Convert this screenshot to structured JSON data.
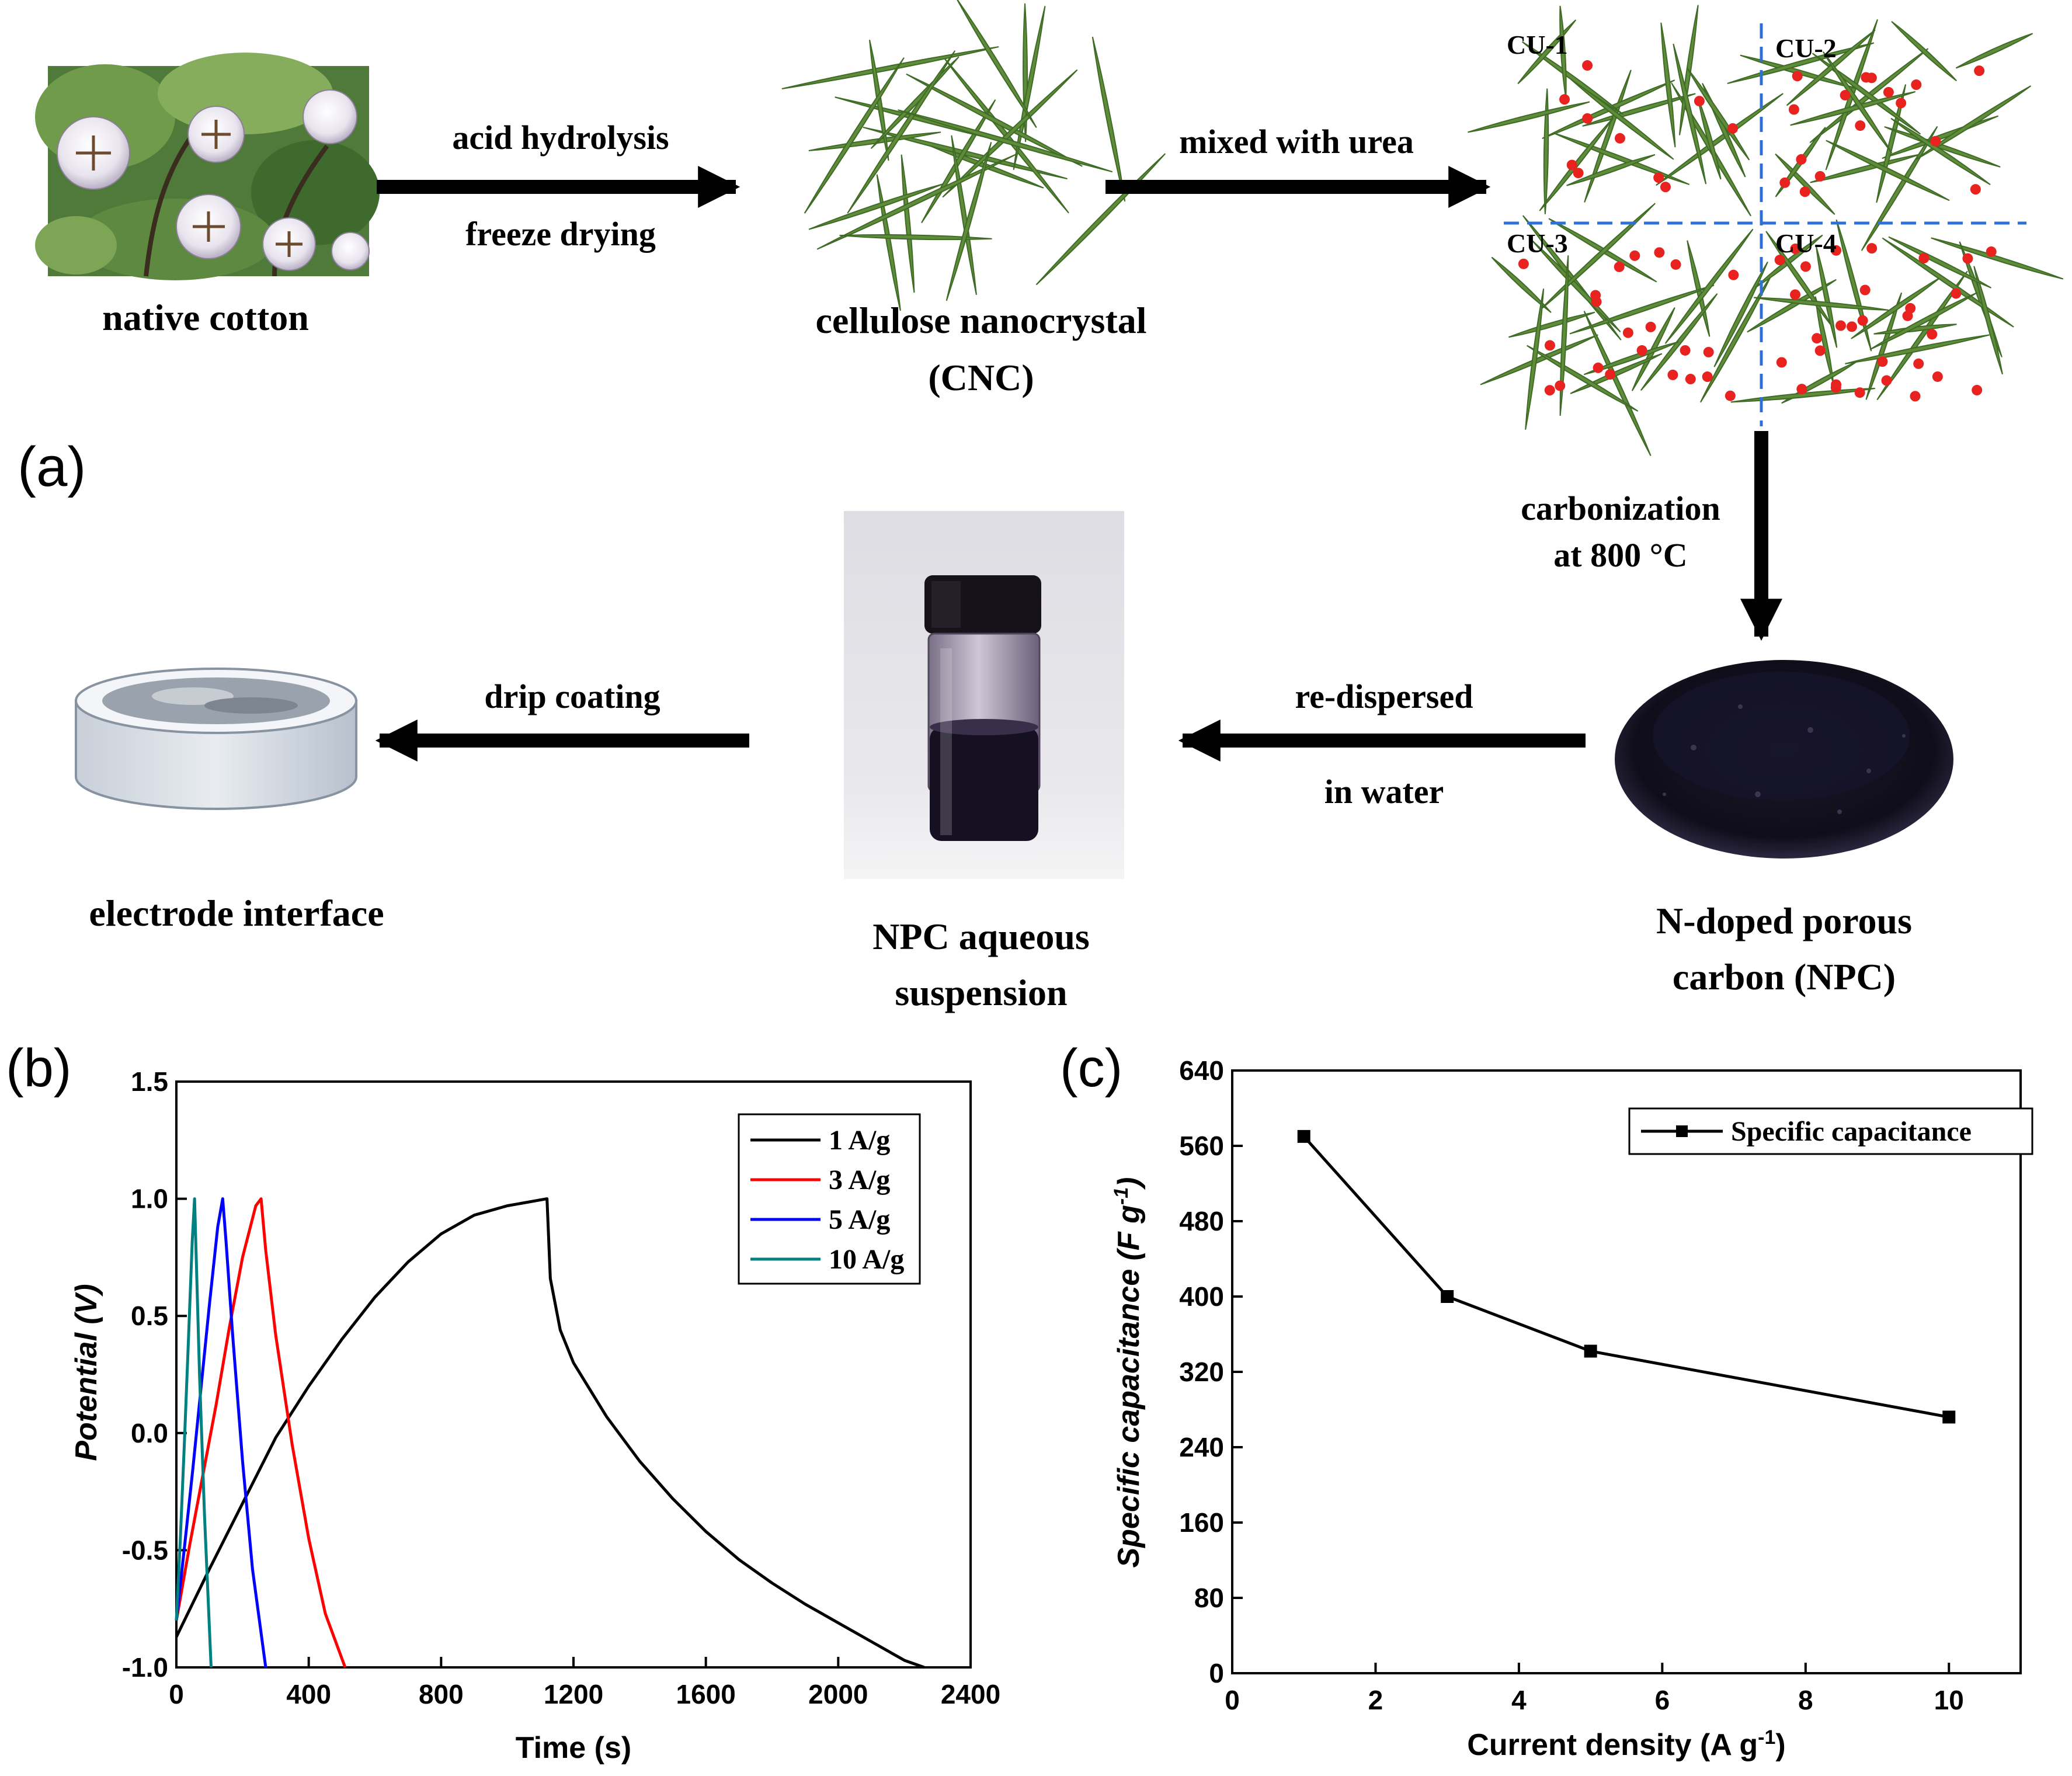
{
  "panel_a": {
    "panel_label": "(a)",
    "nodes": {
      "cotton": "native cotton",
      "cnc_line1": "cellulose nanocrystal",
      "cnc_line2": "(CNC)",
      "npc_line1": "N-doped porous",
      "npc_line2": "carbon (NPC)",
      "suspension_line1": "NPC aqueous",
      "suspension_line2": "suspension",
      "electrode": "electrode interface"
    },
    "arrows": {
      "step1_top": "acid hydrolysis",
      "step1_bottom": "freeze drying",
      "step2": "mixed with urea",
      "step3_line1": "carbonization",
      "step3_line2": "at 800 °C",
      "step4_top": "re-dispersed",
      "step4_bottom": "in water",
      "step5": "drip coating"
    },
    "quadrants": [
      "CU-1",
      "CU-2",
      "CU-3",
      "CU-4"
    ]
  },
  "colors": {
    "fiber": "#5e8c3a",
    "fiber_dark": "#3f6b26",
    "urea_dot": "#e8231f",
    "divider": "#2f6fd8",
    "series_1": "#000000",
    "series_3": "#ff0000",
    "series_5": "#0000ff",
    "series_10": "#008080"
  },
  "chart_data": [
    {
      "panel_label": "(b)",
      "type": "line",
      "xlabel": "Time (s)",
      "ylabel": "Potential (V)",
      "xlim": [
        0,
        2400
      ],
      "ylim": [
        -1.0,
        1.5
      ],
      "xticks": [
        "0",
        "400",
        "800",
        "1200",
        "1600",
        "2000",
        "2400"
      ],
      "yticks": [
        "-1.0",
        "-0.5",
        "0.0",
        "0.5",
        "1.0",
        "1.5"
      ],
      "legend_position": "top-right",
      "series": [
        {
          "name": "1 A/g",
          "color": "#000000",
          "x": [
            0,
            100,
            200,
            300,
            400,
            500,
            600,
            700,
            800,
            900,
            1000,
            1120,
            1130,
            1160,
            1200,
            1300,
            1400,
            1500,
            1600,
            1700,
            1800,
            1900,
            2000,
            2100,
            2200,
            2260
          ],
          "y": [
            -0.87,
            -0.58,
            -0.3,
            -0.02,
            0.2,
            0.4,
            0.58,
            0.73,
            0.85,
            0.93,
            0.97,
            1.0,
            0.66,
            0.44,
            0.3,
            0.07,
            -0.12,
            -0.28,
            -0.42,
            -0.54,
            -0.64,
            -0.73,
            -0.81,
            -0.89,
            -0.97,
            -1.0
          ]
        },
        {
          "name": "3 A/g",
          "color": "#ff0000",
          "x": [
            0,
            40,
            80,
            120,
            160,
            200,
            240,
            256,
            270,
            300,
            350,
            400,
            450,
            510
          ],
          "y": [
            -0.8,
            -0.48,
            -0.18,
            0.12,
            0.45,
            0.75,
            0.97,
            1.0,
            0.78,
            0.42,
            -0.05,
            -0.45,
            -0.77,
            -1.0
          ]
        },
        {
          "name": "5 A/g",
          "color": "#0000ff",
          "x": [
            0,
            25,
            50,
            75,
            100,
            125,
            140,
            150,
            170,
            200,
            230,
            270
          ],
          "y": [
            -0.8,
            -0.48,
            -0.15,
            0.2,
            0.55,
            0.88,
            1.0,
            0.82,
            0.42,
            -0.12,
            -0.58,
            -1.0
          ]
        },
        {
          "name": "10 A/g",
          "color": "#008080",
          "x": [
            0,
            12,
            24,
            36,
            48,
            55,
            60,
            70,
            85,
            105
          ],
          "y": [
            -0.8,
            -0.45,
            -0.05,
            0.38,
            0.82,
            1.0,
            0.75,
            0.25,
            -0.35,
            -1.0
          ]
        }
      ]
    },
    {
      "panel_label": "(c)",
      "type": "line",
      "xlabel": "Current density (A g-1)",
      "ylabel": "Specific capacitance (F g-1)",
      "xlim": [
        0,
        11
      ],
      "ylim": [
        0,
        640
      ],
      "xticks": [
        "0",
        "2",
        "4",
        "6",
        "8",
        "10"
      ],
      "yticks": [
        "0",
        "80",
        "160",
        "240",
        "320",
        "400",
        "480",
        "560",
        "640"
      ],
      "legend_position": "top-right",
      "series": [
        {
          "name": "Specific capacitance",
          "color": "#000000",
          "marker": "square",
          "x": [
            1,
            3,
            5,
            10
          ],
          "y": [
            570,
            400,
            342,
            272
          ]
        }
      ]
    }
  ]
}
